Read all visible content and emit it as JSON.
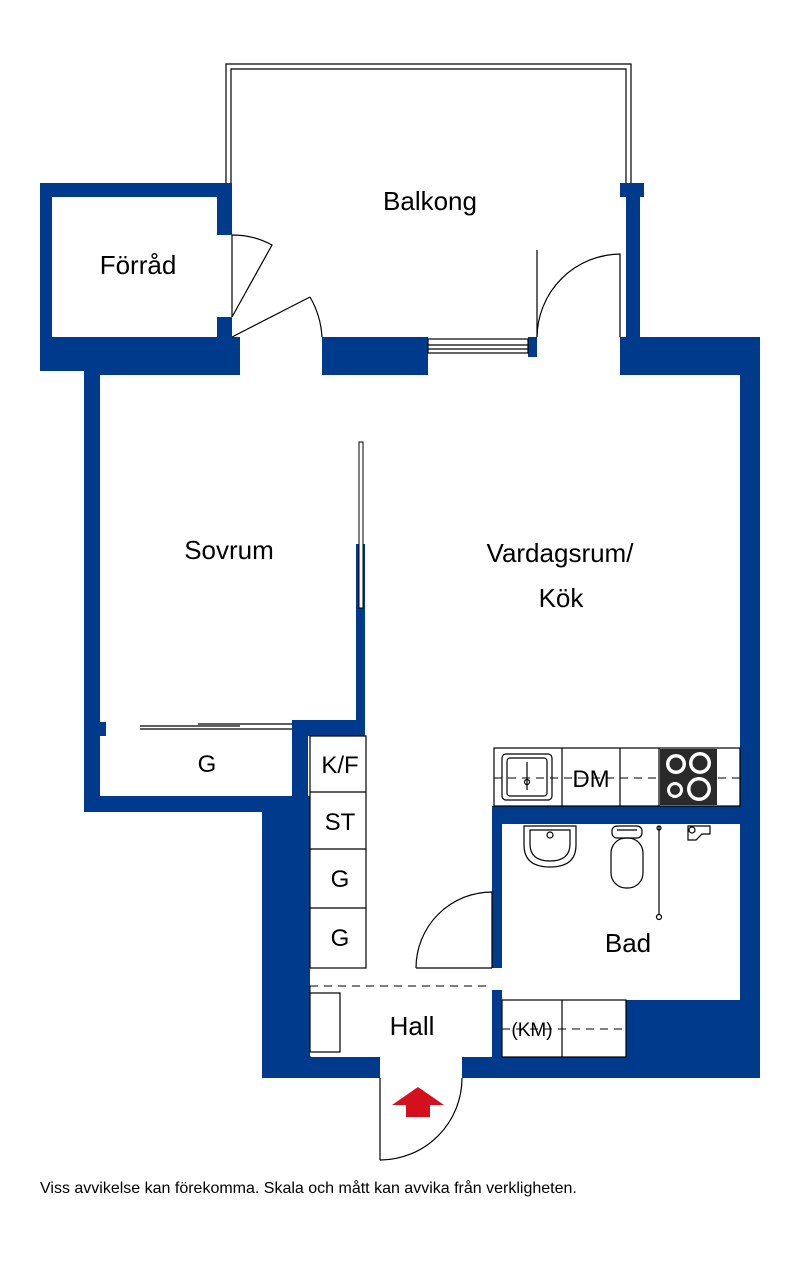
{
  "rooms": {
    "balkong": "Balkong",
    "forrad": "Förråd",
    "sovrum": "Sovrum",
    "vardagsrum_line1": "Vardagsrum/",
    "vardagsrum_line2": "Kök",
    "bad": "Bad",
    "hall": "Hall"
  },
  "fixtures": {
    "wardrobe_bedroom": "G",
    "kf": "K/F",
    "st": "ST",
    "g1": "G",
    "g2": "G",
    "dm": "DM",
    "km": "(KM)"
  },
  "disclaimer": "Viss avvikelse kan förekomma. Skala och mått kan avvika från verkligheten.",
  "colors": {
    "wall": "#003a8c",
    "entrance_arrow": "#d4101e"
  }
}
